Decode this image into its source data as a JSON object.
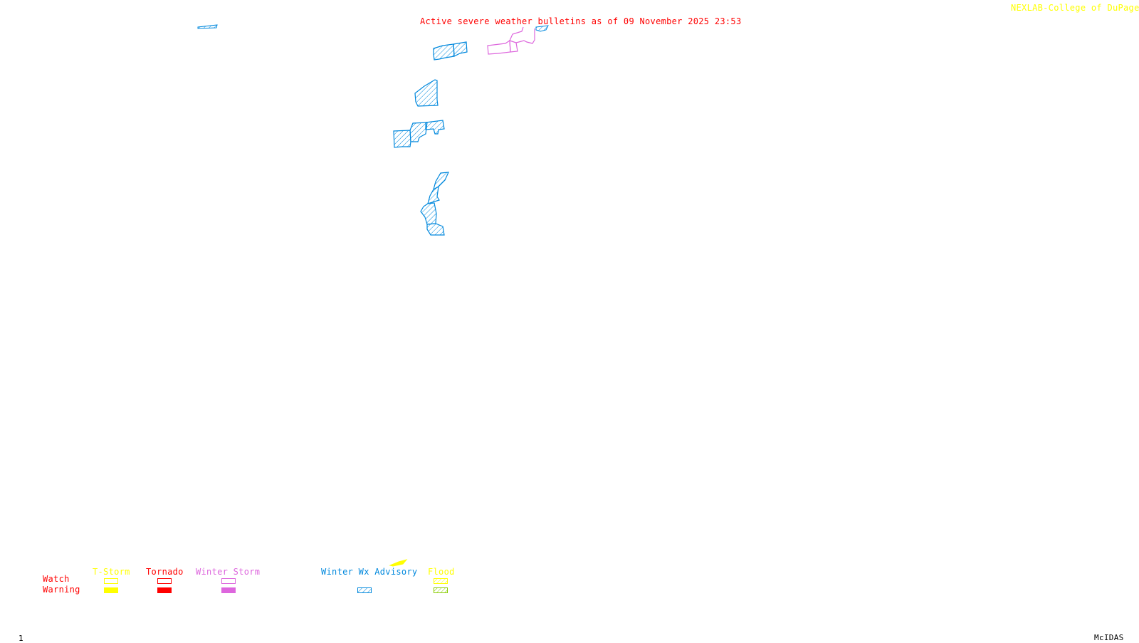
{
  "header": {
    "title": "Active severe weather bulletins as of 09 November 2025 23:53",
    "credit": "NEXLAB-College of DuPage R",
    "frame_number": "1",
    "software": "McIDAS"
  },
  "colors": {
    "title": "#ff0000",
    "credit": "#ffff00",
    "tstorm": "#ffff00",
    "tornado": "#ff0000",
    "winter_storm": "#dd66dd",
    "winter_wx_advisory": "#0088dd",
    "flood": "#ffff00",
    "flood_warning": "#88cc00",
    "row_label": "#ff0000"
  },
  "legend": {
    "rows": [
      "Watch",
      "Warning"
    ],
    "categories": [
      {
        "label": "T-Storm",
        "watch": true,
        "warning": true
      },
      {
        "label": "Tornado",
        "watch": true,
        "warning": true
      },
      {
        "label": "Winter Storm",
        "watch": true,
        "warning": true
      },
      {
        "label": "Winter Wx Advisory",
        "watch": false,
        "warning": true
      },
      {
        "label": "Flood",
        "watch": true,
        "warning": true
      }
    ]
  },
  "map": {
    "regions": [
      {
        "type": "Winter Wx Advisory",
        "count": 11
      },
      {
        "type": "Winter Storm Watch",
        "count": 3
      }
    ]
  }
}
